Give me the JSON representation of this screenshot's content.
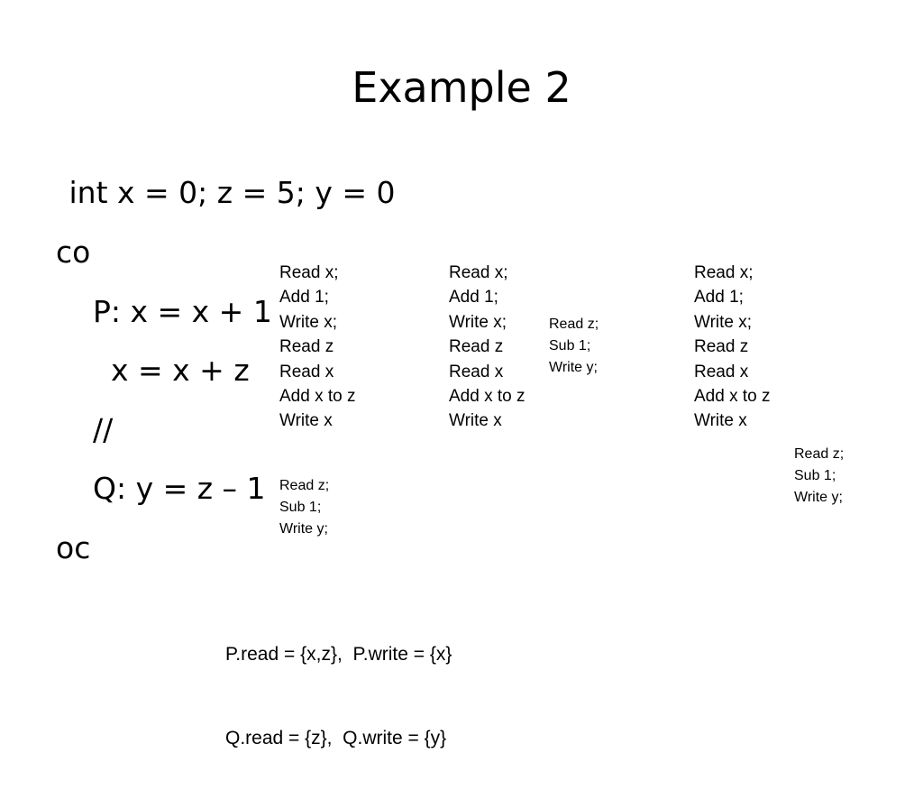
{
  "title": "Example 2",
  "program": {
    "line1": " int x = 0; z = 5; y = 0",
    "co": "co",
    "p_stmt": "P: x = x + 1",
    "p_stmt2": "x = x + z",
    "separator": "//",
    "q_stmt": "Q: y = z – 1",
    "oc": "oc"
  },
  "interleavings": {
    "col1_p": [
      "Read x;",
      "Add 1;",
      "Write x;",
      "Read z",
      "Read x",
      "Add x to z",
      "Write x"
    ],
    "col1_q": [
      "Read z;",
      "Sub 1;",
      "Write y;"
    ],
    "col2_p": [
      "Read x;",
      "Add 1;",
      "Write x;",
      "Read z",
      "Read x",
      "Add x to z",
      "Write x"
    ],
    "col2_q": [
      "Read z;",
      "Sub 1;",
      "Write y;"
    ],
    "col3_p": [
      "Read x;",
      "Add 1;",
      "Write x;",
      "Read z",
      "Read x",
      "Add x to z",
      "Write x"
    ],
    "col3_q": [
      "Read z;",
      "Sub 1;",
      "Write y;"
    ]
  },
  "sets": {
    "p_line": "P.read = {x,z},  P.write = {x}",
    "q_line": "Q.read = {z},  Q.write = {y}"
  }
}
